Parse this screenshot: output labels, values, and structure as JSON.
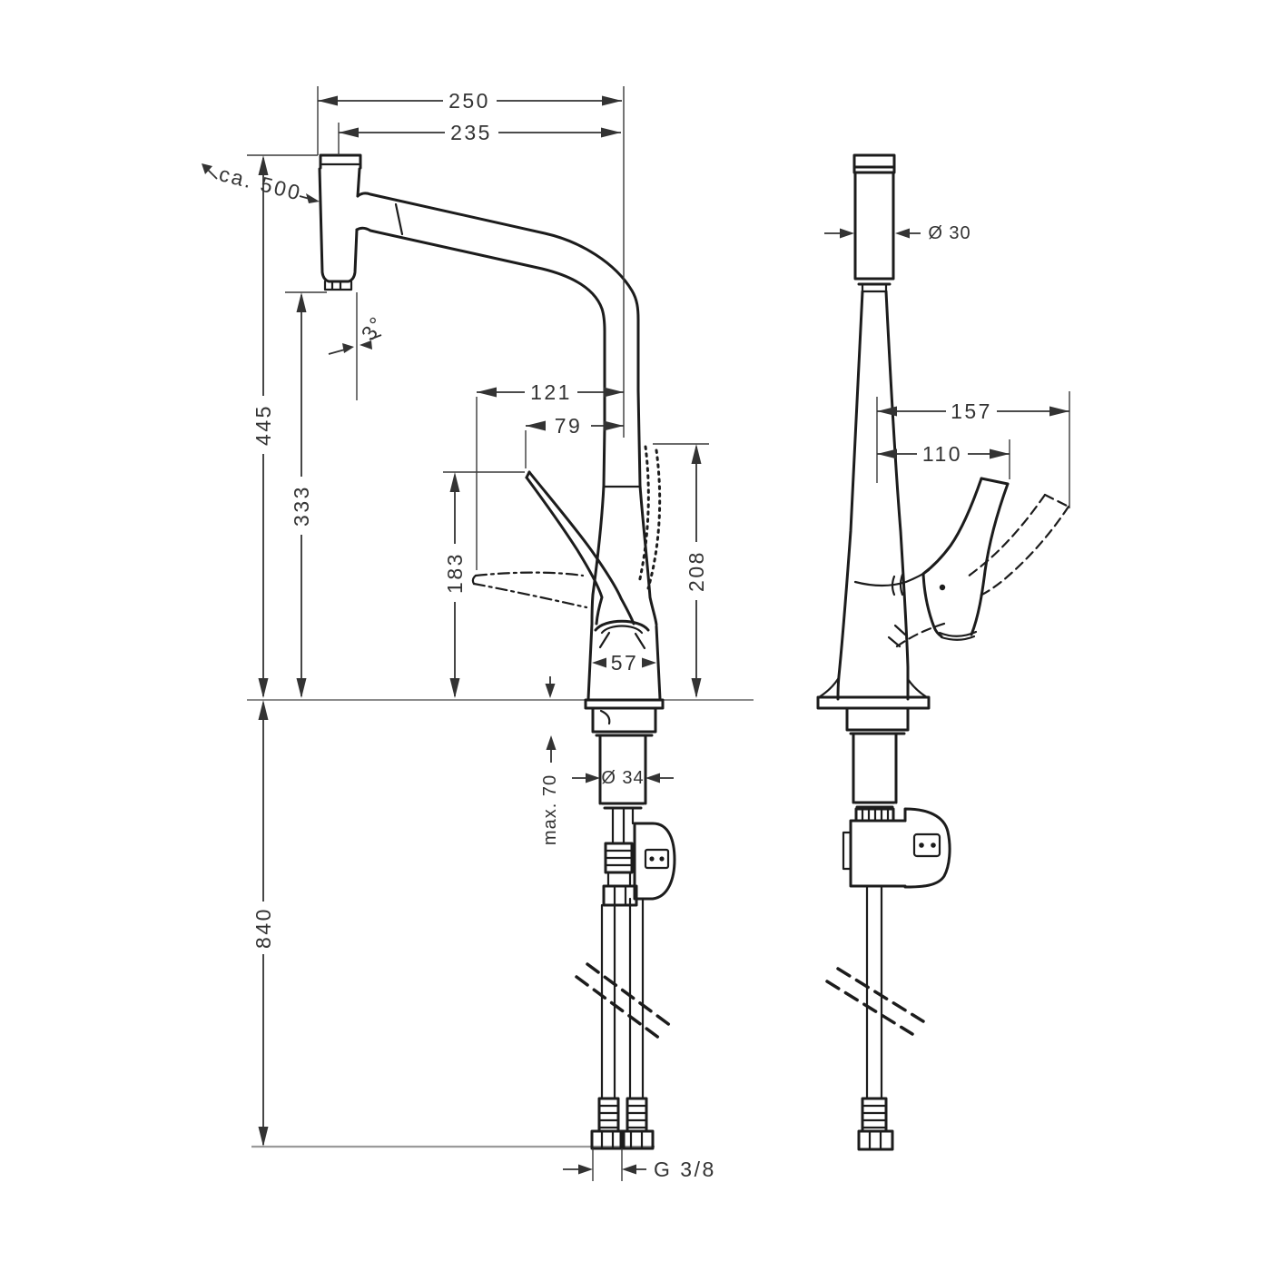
{
  "dims": {
    "width_overall": "250",
    "width_spout": "235",
    "hose_pullout": "ca. 500",
    "spray_angle": "3°",
    "height_total": "445",
    "height_spout_bottom": "333",
    "handle_proj_max": "121",
    "handle_proj": "79",
    "handle_tip_height": "183",
    "handle_raised_height": "208",
    "base_width": "57",
    "grip_dia": "Ø 30",
    "side_reach_max": "157",
    "side_reach": "110",
    "shank_dia": "Ø 34",
    "counter_max_thickness": "max. 70",
    "supply_length": "840",
    "thread": "G 3/8"
  },
  "colors": {
    "line": "#1c1c1c",
    "dim": "#333333",
    "ext": "#3a3a3a",
    "counter": "#8c8c8c",
    "baseline": "#9a9a9a",
    "bg": "#ffffff"
  }
}
